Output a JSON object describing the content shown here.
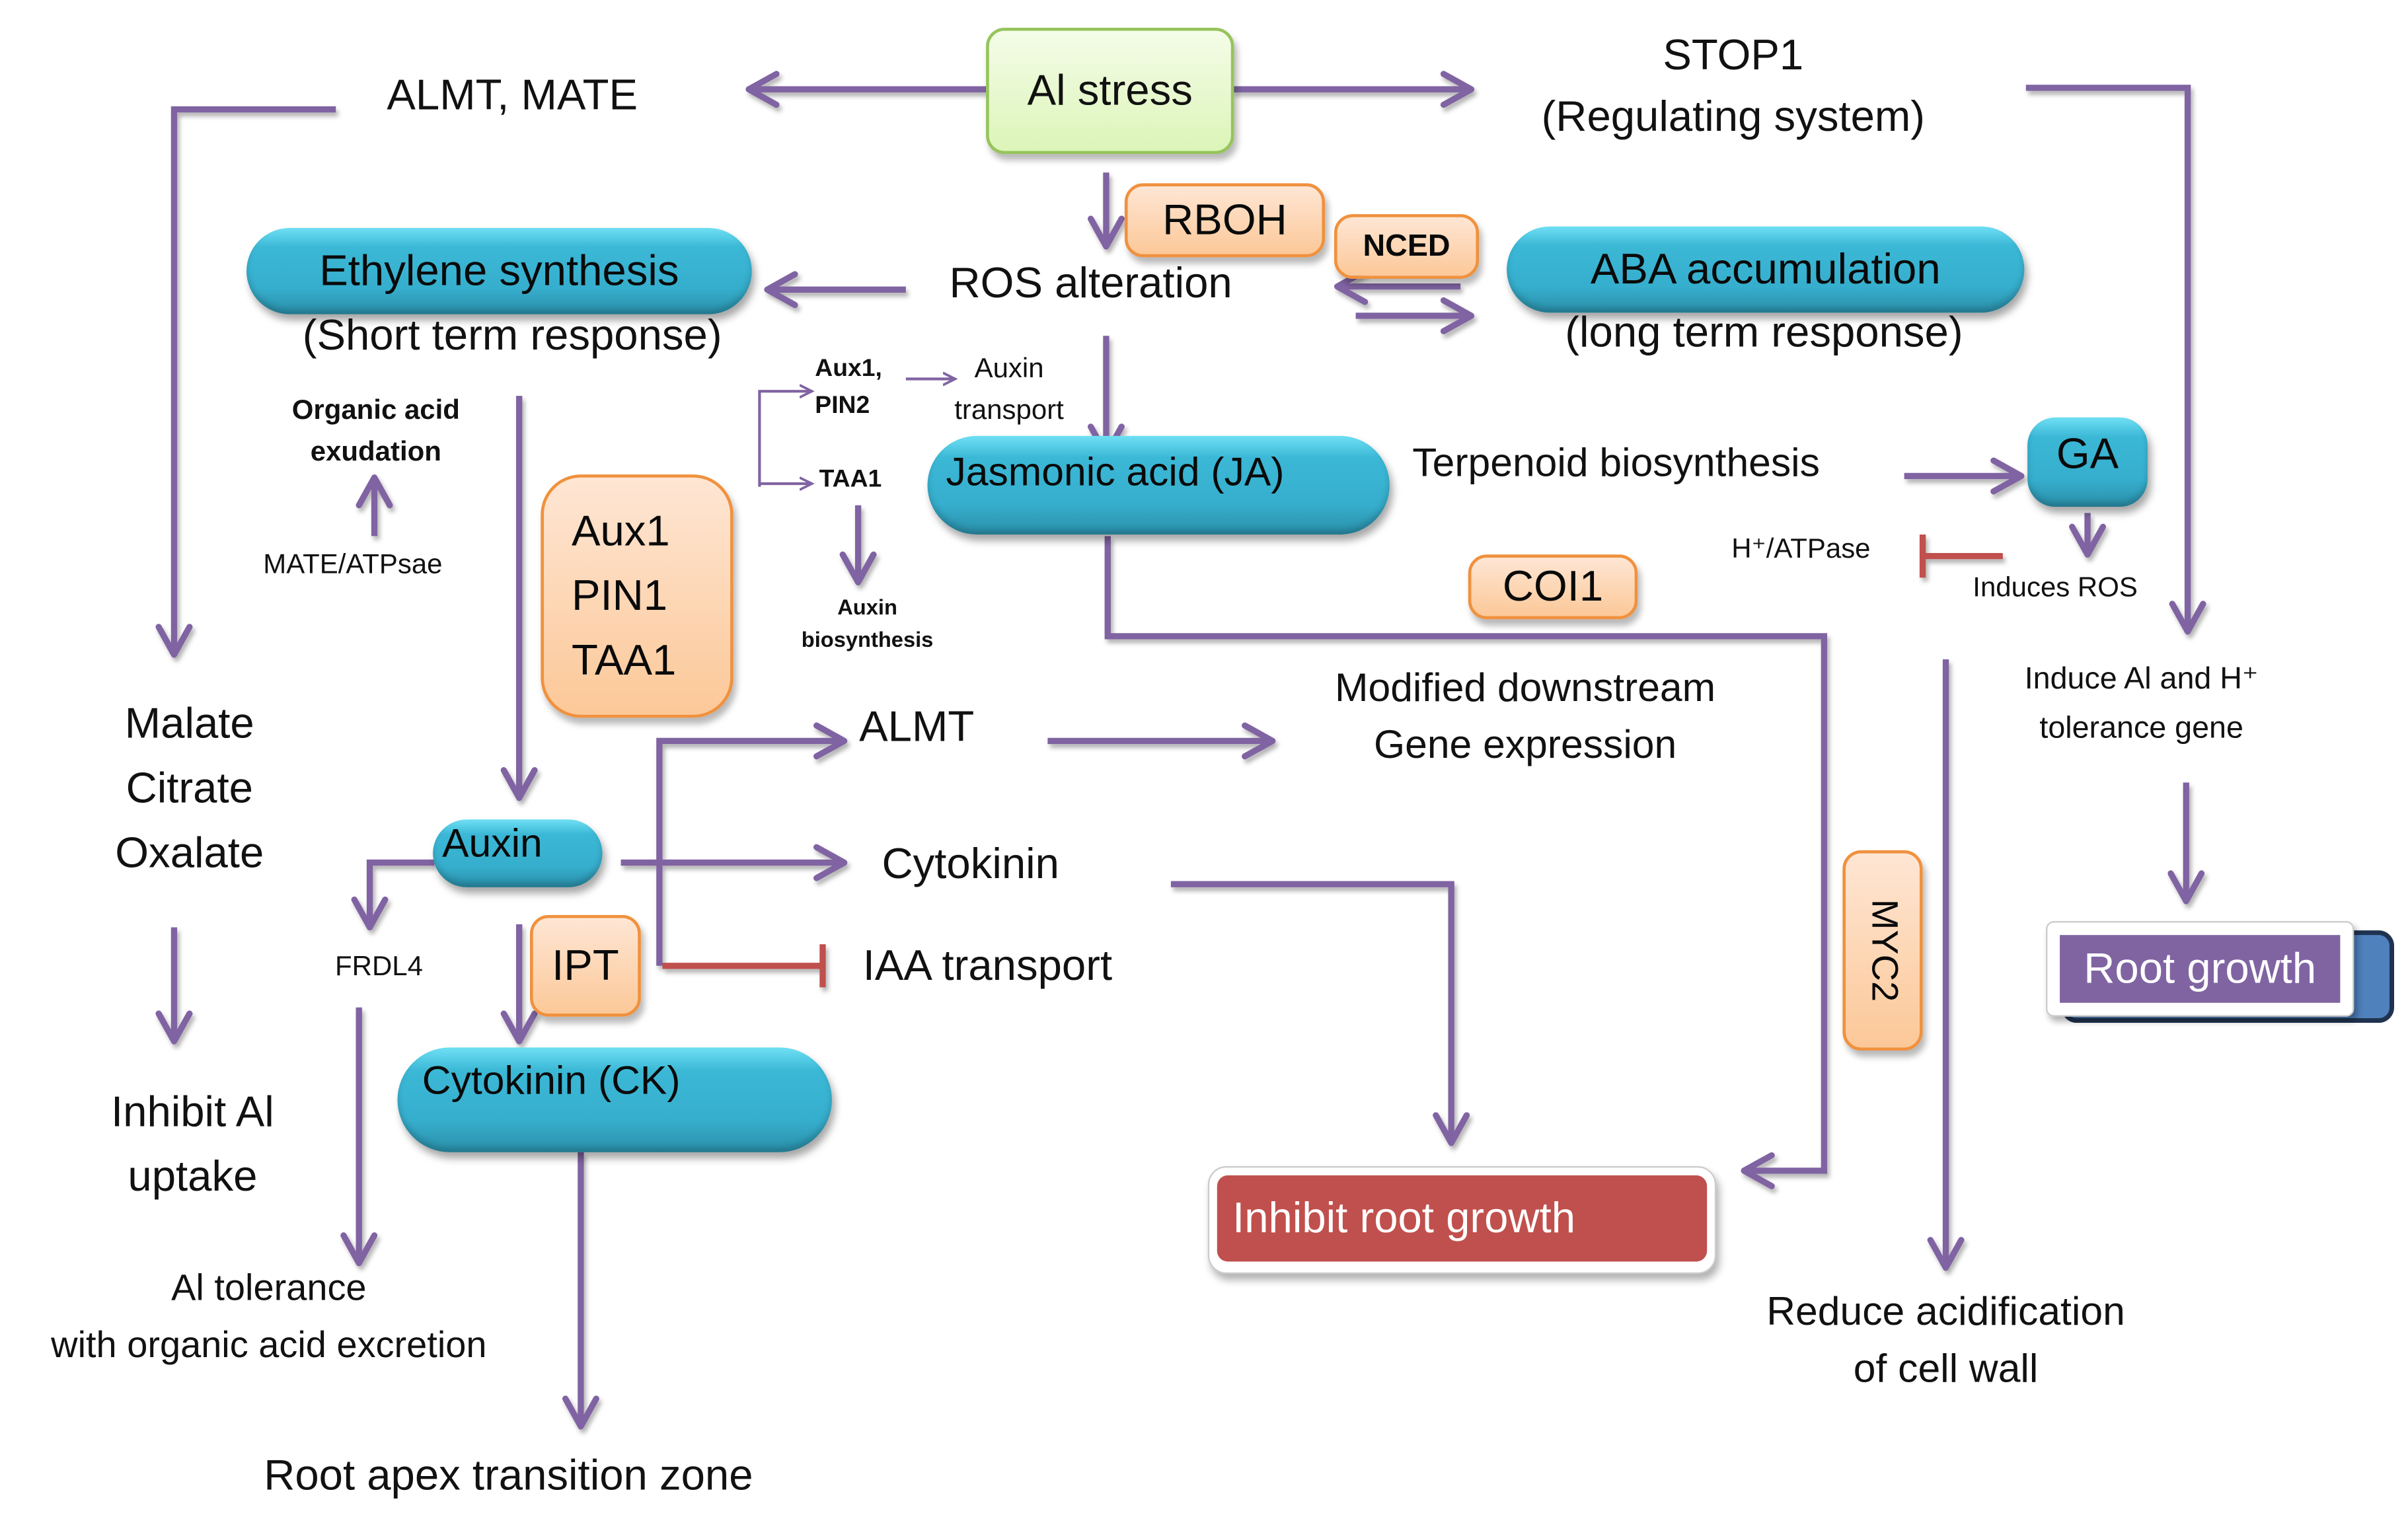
{
  "diagram": {
    "title_node": "Al stress",
    "colors": {
      "arrow": "#8064a2",
      "inhibit": "#c0504d",
      "hormone_fill": "#38b2d0",
      "enzyme_fill": "#fdd0a8",
      "enzyme_border": "#f0913e",
      "stress_fill": "#e4f7c8",
      "stress_border": "#96c45c",
      "root_growth_fill": "#8064a2",
      "root_growth_shadow": "#4f81bd",
      "inhibit_root_fill": "#c0504d"
    },
    "top": {
      "almt_mate": "ALMT, MATE",
      "stop1_line1": "STOP1",
      "stop1_line2": "(Regulating system)"
    },
    "enzymes": {
      "rboh": "RBOH",
      "nced": "NCED",
      "aux_group": [
        "Aux1",
        "PIN1",
        "TAA1"
      ],
      "coi1": "COI1",
      "ipt": "IPT",
      "myc2": "MYC2"
    },
    "hormones": {
      "ethylene": "Ethylene synthesis",
      "aba": "ABA accumulation",
      "ja": "Jasmonic acid (JA)",
      "ga": "GA",
      "auxin": "Auxin",
      "cytokinin_ck": "Cytokinin (CK)"
    },
    "labels": {
      "ros_alteration": "ROS alteration",
      "short_term": "(Short term response)",
      "long_term": "(long term response)",
      "organic_acid_line1": "Organic acid",
      "organic_acid_line2": "exudation",
      "mate_atpase": "MATE/ATPsae",
      "aux1_pin2_line1": "Aux1,",
      "aux1_pin2_line2": "PIN2",
      "taa1_small": "TAA1",
      "auxin_transport_line1": "Auxin",
      "auxin_transport_line2": "transport",
      "auxin_biosynthesis_line1": "Auxin",
      "auxin_biosynthesis_line2": "biosynthesis",
      "terpenoid": "Terpenoid biosynthesis",
      "h_atpase": "H⁺/ATPase",
      "induces_ros": "Induces ROS",
      "induce_tolerance_line1": "Induce Al and H⁺",
      "induce_tolerance_line2": "tolerance gene",
      "malate": "Malate",
      "citrate": "Citrate",
      "oxalate": "Oxalate",
      "almt": "ALMT",
      "modified_line1": "Modified downstream",
      "modified_line2": "Gene expression",
      "cytokinin": "Cytokinin",
      "iaa_transport": "IAA transport",
      "frdl4": "FRDL4",
      "inhibit_al_line1": "Inhibit Al",
      "inhibit_al_line2": "uptake",
      "al_tolerance_line1": "Al tolerance",
      "al_tolerance_line2": "with organic acid excretion",
      "root_apex": "Root apex transition zone",
      "reduce_acid_line1": "Reduce acidification",
      "reduce_acid_line2": "of cell wall"
    },
    "outcomes": {
      "root_growth": "Root growth",
      "inhibit_root_growth": "Inhibit root growth"
    }
  }
}
